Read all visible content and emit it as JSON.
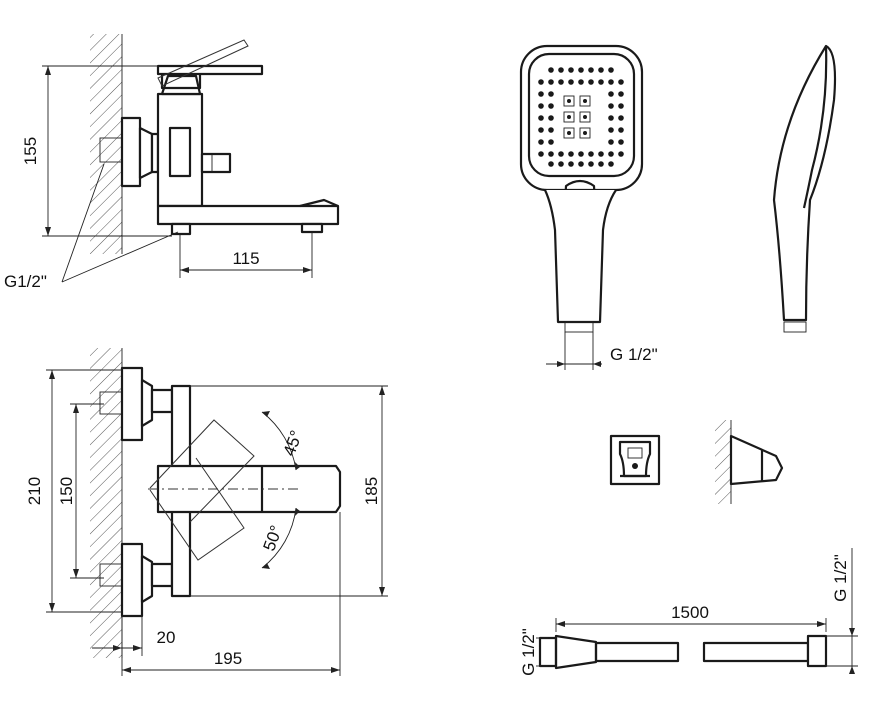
{
  "dimensions": {
    "side_height": "155",
    "side_spout": "115",
    "side_thread": "G1/2\"",
    "front_height": "210",
    "front_centers": "150",
    "front_handle": "185",
    "front_wall": "20",
    "front_depth": "195",
    "angle_up": "45°",
    "angle_down": "50°",
    "shower_thread": "G 1/2\"",
    "hose_length": "1500",
    "hose_thread_left": "G 1/2\"",
    "hose_thread_right": "G 1/2\""
  }
}
